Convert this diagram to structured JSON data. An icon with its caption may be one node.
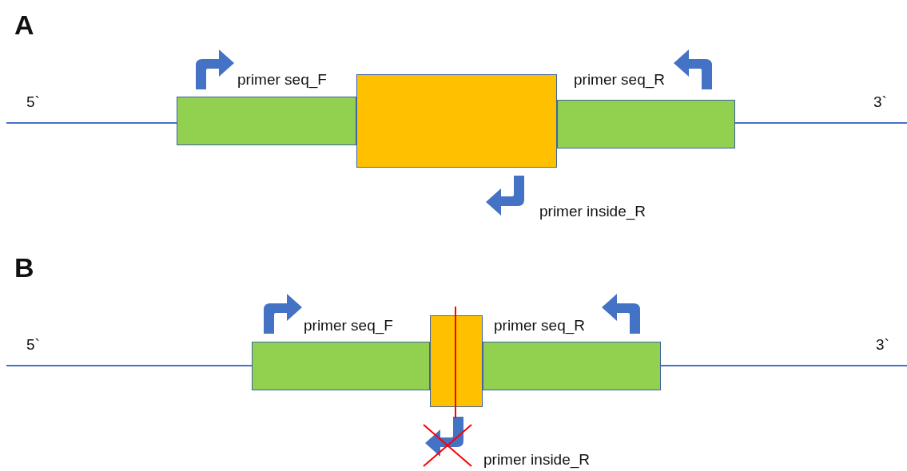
{
  "diagram": {
    "nodes": [
      {
        "text": [],
        "shape": "box"
      },
      {
        "text": [],
        "shape": "box"
      },
      {
        "text": [],
        "shape": "box"
      },
      {
        "text": [],
        "shape": "box"
      },
      {
        "text": [],
        "shape": "box"
      },
      {
        "text": [],
        "shape": "box"
      }
    ],
    "labels": [
      "A",
      "5`",
      "primer seq_F",
      "primer seq_R",
      "3`",
      "primer inside_R",
      "B",
      "5`",
      "primer seq_F",
      "primer seq_R",
      "3`",
      "primer inside_R"
    ]
  }
}
